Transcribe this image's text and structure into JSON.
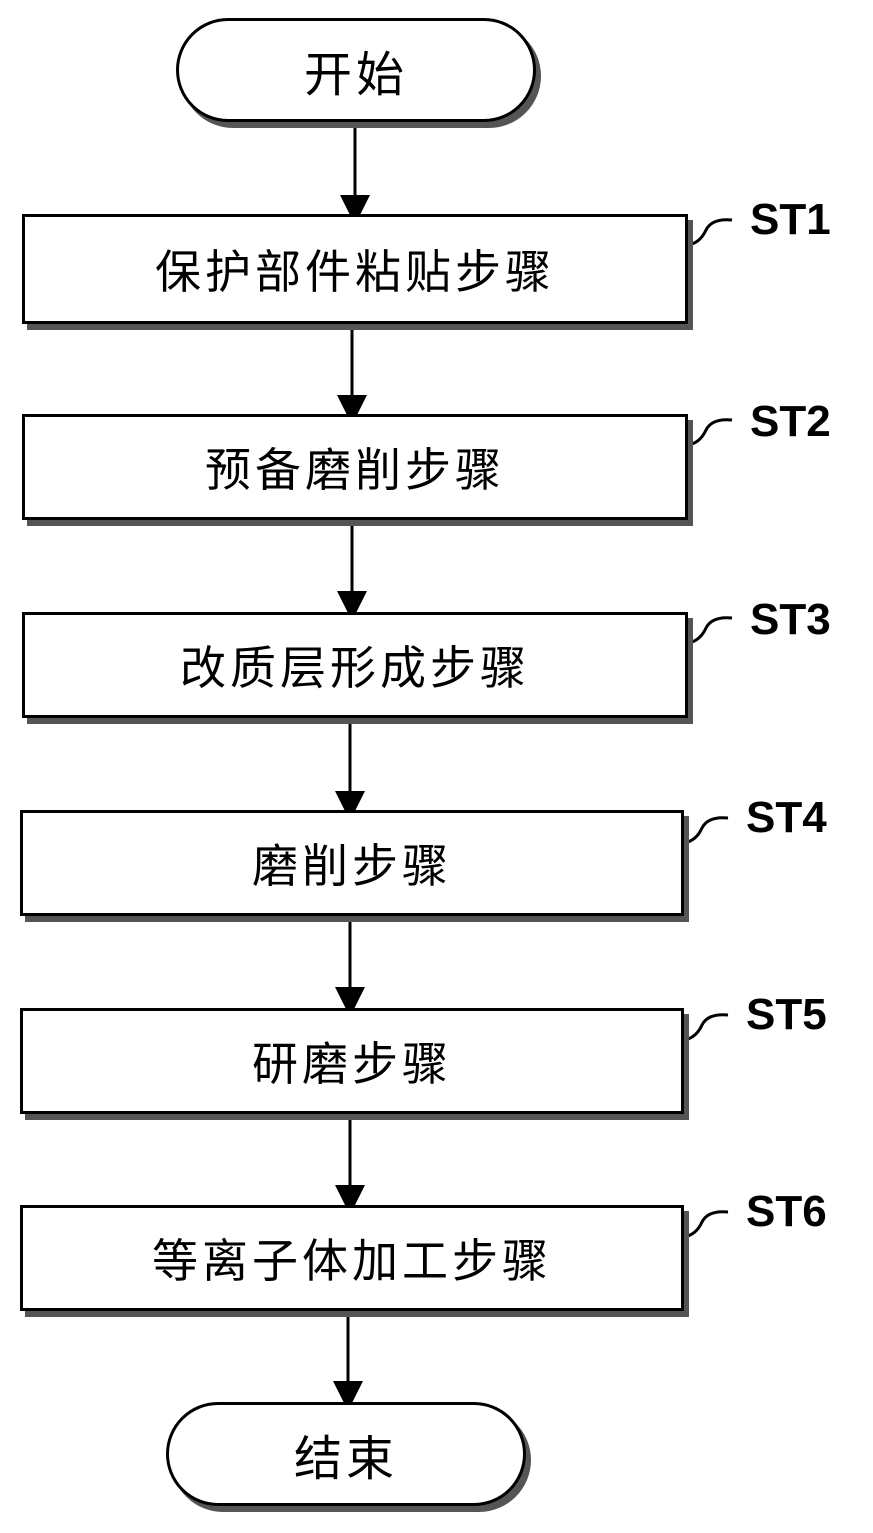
{
  "start": "开始",
  "end": "结束",
  "steps": [
    {
      "id": "ST1",
      "label": "保护部件粘贴步骤"
    },
    {
      "id": "ST2",
      "label": "预备磨削步骤"
    },
    {
      "id": "ST3",
      "label": "改质层形成步骤"
    },
    {
      "id": "ST4",
      "label": "磨削步骤"
    },
    {
      "id": "ST5",
      "label": "研磨步骤"
    },
    {
      "id": "ST6",
      "label": "等离子体加工步骤"
    }
  ]
}
